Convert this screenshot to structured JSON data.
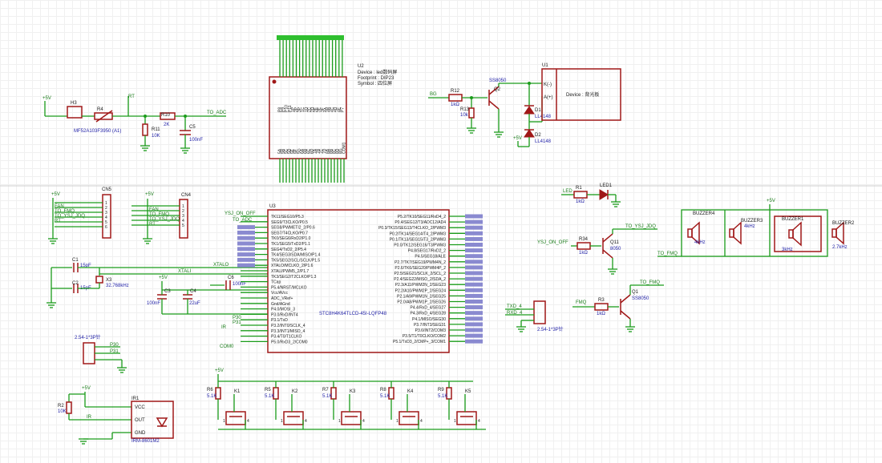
{
  "ic_u2": {
    "ref": "U2",
    "device": "Device : led数码屏",
    "footprint": "Footprint : DIP23",
    "symbol": "Symbol : 四位屏",
    "top_pins": [
      "P8",
      "P9",
      "P10",
      "P11",
      "1P",
      "2P",
      "3P",
      "1C",
      "1D",
      "2C",
      "2D",
      "2E",
      "3E",
      "3F",
      "4A",
      "4B",
      "4C",
      "4D",
      "4E",
      "P7"
    ],
    "bot_pins": [
      "5A",
      "5B",
      "5C",
      "5D",
      "5E",
      "5F",
      "5G",
      "6A",
      "6B",
      "6C",
      "6D",
      "7A",
      "7B",
      "7C",
      "7D",
      "8A",
      "8B",
      "8C",
      "8D",
      "8G",
      "COM1"
    ]
  },
  "power": {
    "ref": "U1",
    "device": "Device : 背光板",
    "k": "K(-)",
    "a": "A(+)"
  },
  "mcu": {
    "ref": "U3",
    "part": "STC8H4K64TLCD-45I-LQFP48",
    "left": [
      "TK11/SEG10/P5.3",
      "SEG9/T3CLKO/P0.5",
      "SEG8/PWMETI2_2/P0.6",
      "SEG7/T4CLKO/P0.7",
      "TK0/SEG6/RxD2/P1.0",
      "TK1/SEG5/TxD2/P1.1",
      "SEG4/TxD2_2/P5.4",
      "TK4/SEG3/SDA/MISO/P1.4",
      "TK5/SEG2/SCL/SCLK/P1.5",
      "XTALO/MCLKO_2/P1.6",
      "XTALI/PWM5_2/P1.7",
      "TK3/SEG2/T2CLKO/P1.3",
      "TCap",
      "P5.4/NRST/MCLKO",
      "Vcc/AVcc",
      "ADC_VRef+",
      "Gnd/AGnd",
      "P4.0/MOSI_3",
      "P3.0/RxD/INT4",
      "P3.1/TxD",
      "P3.2/INT0/SCLK_4",
      "P3.3/INT1/MISO_4",
      "P3.4/T0/T1CLKO",
      "P5.0/RxD3_2/COM0"
    ],
    "right": [
      "P5.2/TK10/SEG11/RxD4_2",
      "P0.4/SEG12/T3/ADC12/AD4",
      "P0.3/TK15/SEG13/T4CLKO_2/PWM3",
      "P0.2/TK14/SEG14/T4_2/PWM3",
      "P0.1/TK13/SEG15/T3_2/PWM3",
      "P0.0/TK12/SEG16/T3/PWM3",
      "P4.8/SEG17/RxD2_2",
      "P4.5/SEG18/ALE",
      "P2.7/TK7/SEG19/PWM4N_2",
      "P2.6/TK6/SEG20/PWM4P_2",
      "P2.5/SEG21/SCLK_2/SCL_2",
      "P2.4/SEG22/MISO_2/SDA_2",
      "P2.3/A11/PWM2N_2/SEG23",
      "P2.2/A10/PWM2P_2/SEG24",
      "P2.1/A9/PWM1N_2/SEG25",
      "P2.0/A8/PWM1P_2/SEG26",
      "P4.4/RxD_4/SEG27",
      "P4.3/RxD_4/SEG28",
      "P4.1/MISO/SEG30",
      "P3.7/INT3/SEG31",
      "P3.6/INT2/COM3",
      "P3.5/T1/T0CLKO/COM2",
      "P5.1/TxD3_2/CMP+_3/COM1"
    ]
  },
  "nets": {
    "to_adc": "TO_ADC",
    "xtalo": "XTALO",
    "xtali": "XTALI",
    "ysj_on_off": "YSJ_ON_OFF",
    "to_ysj_jdq": "TO_YSJ_JDQ",
    "to_fmq": "TO_FMQ",
    "fmq": "FMQ",
    "txd4": "TXD_4",
    "rxd4": "RXD_4",
    "bg": "BG",
    "ir": "IR",
    "led": "LED",
    "com0": "COM0",
    "p30": "P30",
    "p31": "P31",
    "fan": "FAN",
    "rt": "RT",
    "plus5v": "+5V"
  },
  "parts": {
    "h3": "H3",
    "r4": "R4",
    "r4v": "MF52A103F3950 (A1)",
    "r10": "R10",
    "r10v": "2K",
    "r11": "R11",
    "r11v": "10K",
    "c5": "C5",
    "c5v": "100nF",
    "r12": "R12",
    "r12v": "1kΩ",
    "r13": "R13",
    "r13v": "10k",
    "q2": "Q2",
    "q2v": "SS8050",
    "d1": "D1",
    "d1v": "LL4148",
    "d2": "D2",
    "d2v": "LL4148",
    "cn5": "CN5",
    "cn4": "CN4",
    "c1": "C1",
    "c1v": "15pF",
    "c2": "C2",
    "c2v": "15pF",
    "x3": "X3",
    "x3v": "32.768kHz",
    "c3": "C3",
    "c3v": "100nF",
    "c4": "C4",
    "c4v": "22uF",
    "c6": "C6",
    "c6v": "100nF",
    "led1": "LED1",
    "r1": "R1",
    "r1v": "1kΩ",
    "r34": "R34",
    "r34v": "1kΩ",
    "q11": "Q11",
    "q11v": "8050",
    "r3": "R3",
    "r3v": "1kΩ",
    "q1": "Q1",
    "q1v": "SS8050",
    "bz1": "BUZZER1",
    "bz1v": "3kHz",
    "bz2": "BUZZER2",
    "bz2v": "2.7kHz",
    "bz3": "BUZZER3",
    "bz3v": "4kHz",
    "bz4": "BUZZER4",
    "bz4v": "4kHz",
    "j1": "2.54-1*3P针",
    "j2": "2.54-1*3P针",
    "ir1": "IR1",
    "ir1v": "IRM-8601M2",
    "ir_vcc": "VCC",
    "ir_out": "OUT",
    "ir_gnd": "GND",
    "r2": "R2",
    "r2v": "10K",
    "keys": [
      {
        "r": "R6",
        "rv": "5.1K",
        "k": "K1"
      },
      {
        "r": "R5",
        "rv": "5.1K",
        "k": "K2"
      },
      {
        "r": "R7",
        "rv": "5.1K",
        "k": "K3"
      },
      {
        "r": "R8",
        "rv": "5.1K",
        "k": "K4"
      },
      {
        "r": "R9",
        "rv": "5.1K",
        "k": "K5"
      }
    ]
  }
}
